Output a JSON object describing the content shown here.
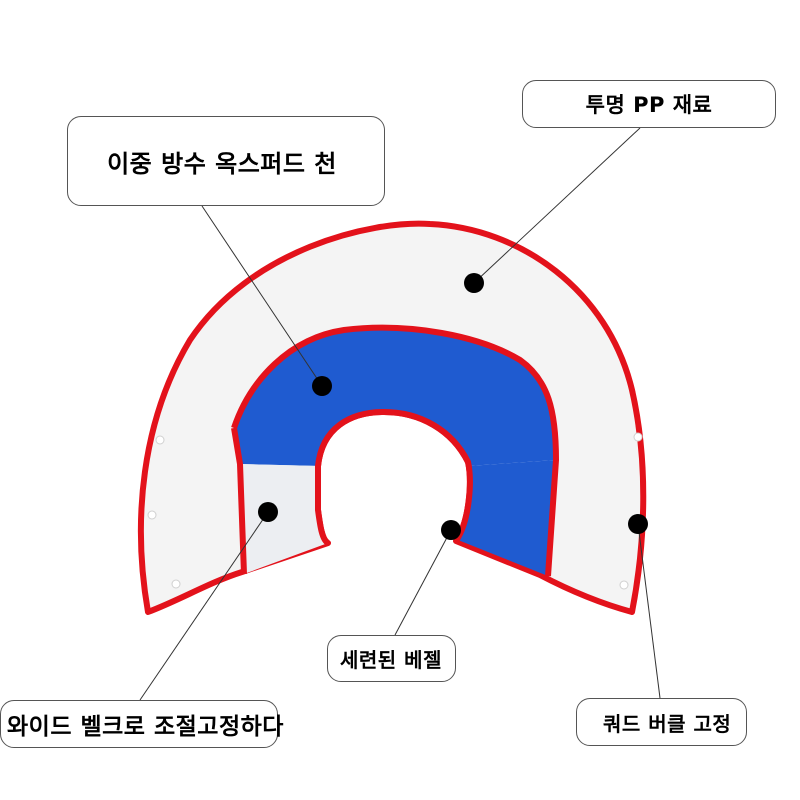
{
  "callouts": {
    "fabric": "이중 방수 옥스퍼드 천",
    "pp_material": "투명 PP 재료",
    "bezel": "세련된 베젤",
    "velcro": "와이드 벨크로 조절고정하다",
    "buckle": "쿼드 버클 고정"
  },
  "colors": {
    "trim": "#e3121b",
    "pp_panel": "#f4f4f4",
    "fabric": "#1f5bd0",
    "velcro_panel": "#eceef2",
    "marker": "#000000"
  }
}
